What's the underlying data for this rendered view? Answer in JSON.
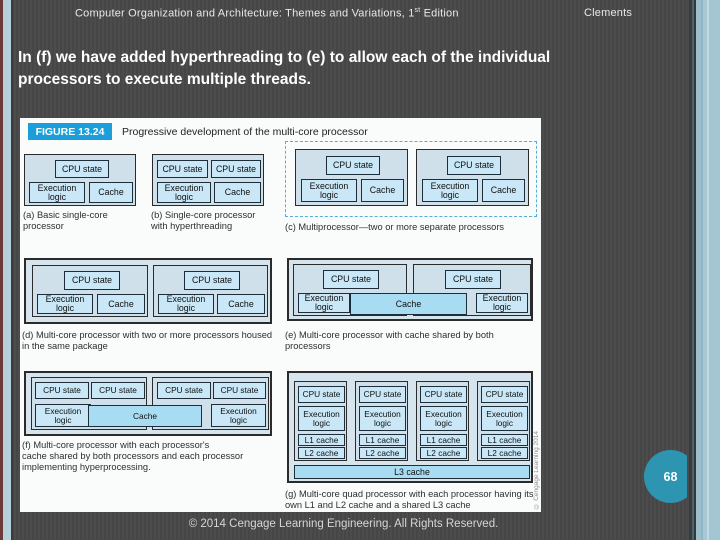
{
  "header": {
    "title_main": "Computer Organization and Architecture: Themes and Variations, 1",
    "title_sup": "st",
    "title_rest": " Edition",
    "author": "Clements"
  },
  "body": {
    "lines": [
      "In (f) we have added hyperthreading to (e) to allow each of the individual",
      "processors to execute multiple threads."
    ]
  },
  "figure": {
    "label": "FIGURE 13.24",
    "title": "Progressive development of the multi-core processor",
    "credit": "© Cengage Learning 2014",
    "labels": {
      "cpu_state": "CPU state",
      "execution_logic": "Execution logic",
      "cache": "Cache",
      "l1_cache": "L1 cache",
      "l2_cache": "L2 cache",
      "l3_cache": "L3 cache"
    },
    "captions": {
      "a": [
        "(a) Basic single-core",
        "processor"
      ],
      "b": [
        "(b) Single-core processor",
        "with hyperthreading"
      ],
      "c": [
        "(c) Multiprocessor—two or more separate processors"
      ],
      "d": [
        "(d) Multi-core processor with two or more processors housed",
        "in the same package"
      ],
      "e": [
        "(e) Multi-core processor with cache shared by both",
        "processors"
      ],
      "f": [
        "(f) Multi-core processor with each processor's",
        "cache shared by both processors and each processor",
        "implementing hyperprocessing."
      ],
      "g": [
        "(g) Multi-core quad processor with each processor having its",
        "own L1 and L2 cache and a shared L3 cache"
      ]
    }
  },
  "page_number": "68",
  "footer": {
    "copyright": "© 2014 Cengage Learning Engineering. All Rights Reserved."
  },
  "colors": {
    "background": "#4a4a4a",
    "figure_label_blue": "#1b9ed9",
    "page_circle_teal": "#2d95b1",
    "left_stripe_red": "#6b3b3b",
    "edge_stripe_blue": "#a8c8d4",
    "processor_fill": "#cfe0ea",
    "inner_box_fill": "#c9e7f6",
    "shared_cache_fill": "#a7dcf2"
  }
}
